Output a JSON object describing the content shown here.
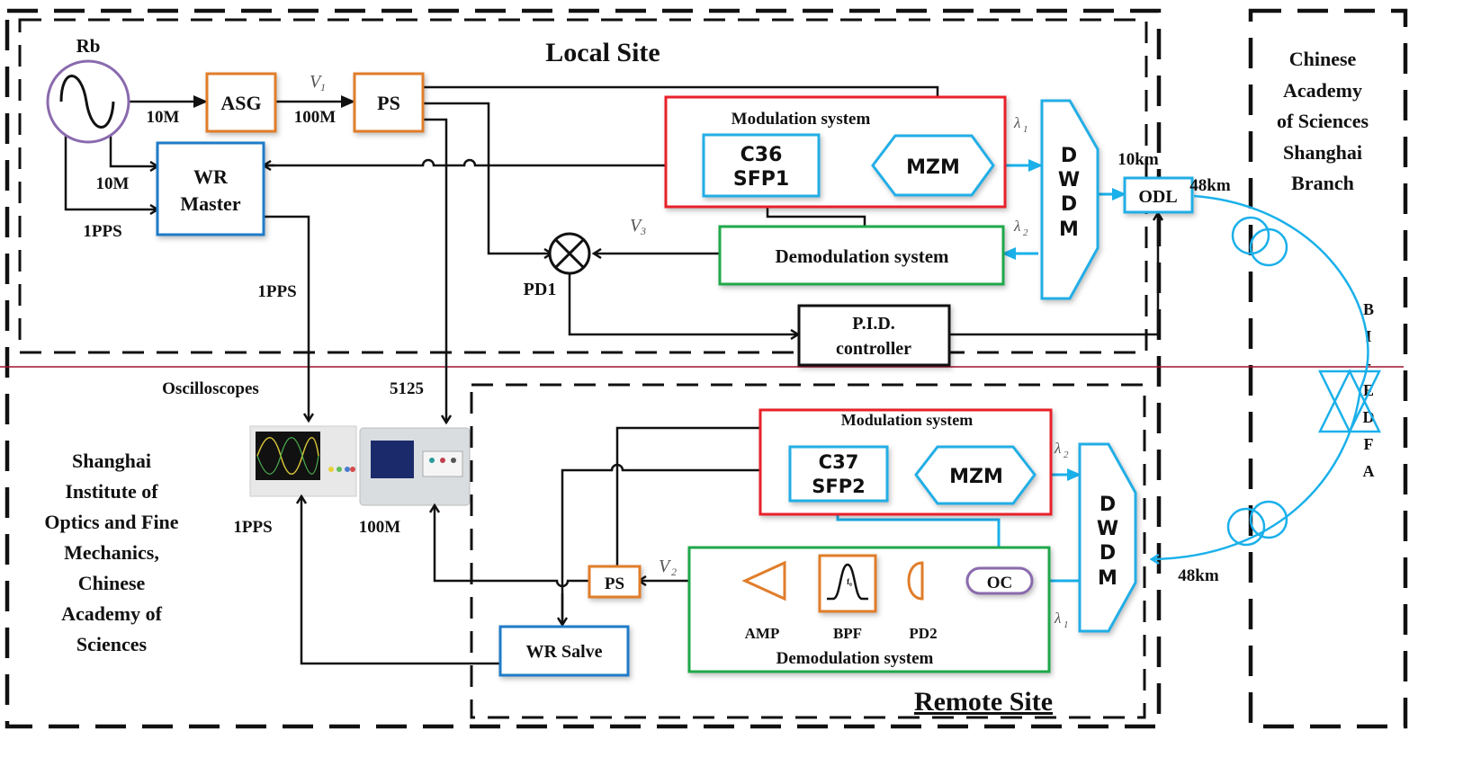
{
  "colors": {
    "orange": "#e07d2a",
    "blue": "#1f7bc8",
    "cyan": "#22aee6",
    "red": "#e8212a",
    "green": "#1fa84a",
    "purple": "#8a6aae",
    "divider": "#a0112e"
  },
  "regions": {
    "local_site": "Local Site",
    "remote_site": "Remote Site",
    "cas_branch": [
      "Chinese",
      "Academy",
      "of Sciences",
      "Shanghai",
      "Branch"
    ],
    "siom": [
      "Shanghai",
      "Institute of",
      "Optics and Fine",
      "Mechanics,",
      "Chinese",
      "Academy of",
      "Sciences"
    ],
    "bi_edfa": [
      "B",
      "I",
      "-",
      "E",
      "D",
      "F",
      "A"
    ]
  },
  "local": {
    "rb": "Rb",
    "asg": "ASG",
    "ps": "PS",
    "wr_master": [
      "WR",
      "Master"
    ],
    "modulation_title": "Modulation system",
    "sfp": [
      "C36",
      "SFP1"
    ],
    "mzm": "MZM",
    "demodulation": "Demodulation system",
    "dwdm": [
      "D",
      "W",
      "D",
      "M"
    ],
    "odl": "ODL",
    "pid": [
      "P.I.D.",
      "controller"
    ],
    "pd1": "PD1",
    "v1": "V",
    "v1_sub": "1",
    "v3": "V",
    "v3_sub": "3",
    "lambda1": "λ",
    "lambda1_sub": "1",
    "lambda2": "λ",
    "lambda2_sub": "2",
    "labels": {
      "rb_asg": "10M",
      "asg_ps": "100M",
      "rb_wr_10m": "10M",
      "rb_wr_1pps": "1PPS",
      "wr_osc_1pps": "1PPS",
      "odl_len": "10km"
    }
  },
  "link": {
    "upper_fiber": "48km",
    "lower_fiber": "48km"
  },
  "instruments": {
    "oscilloscopes": "Oscilloscopes",
    "counter": "5125",
    "osc_1pps": "1PPS",
    "counter_100m": "100M"
  },
  "remote": {
    "modulation_title": "Modulation system",
    "sfp": [
      "C37",
      "SFP2"
    ],
    "mzm": "MZM",
    "dwdm": [
      "D",
      "W",
      "D",
      "M"
    ],
    "ps": "PS",
    "v2": "V",
    "v2_sub": "2",
    "oc": "OC",
    "pd2": "PD2",
    "bpf": "BPF",
    "bpf_f0": "f₀",
    "amp": "AMP",
    "demodulation": "Demodulation system",
    "wr_slave": "WR Salve",
    "lambda2": "λ",
    "lambda2_sub": "2",
    "lambda1": "λ",
    "lambda1_sub": "1"
  }
}
